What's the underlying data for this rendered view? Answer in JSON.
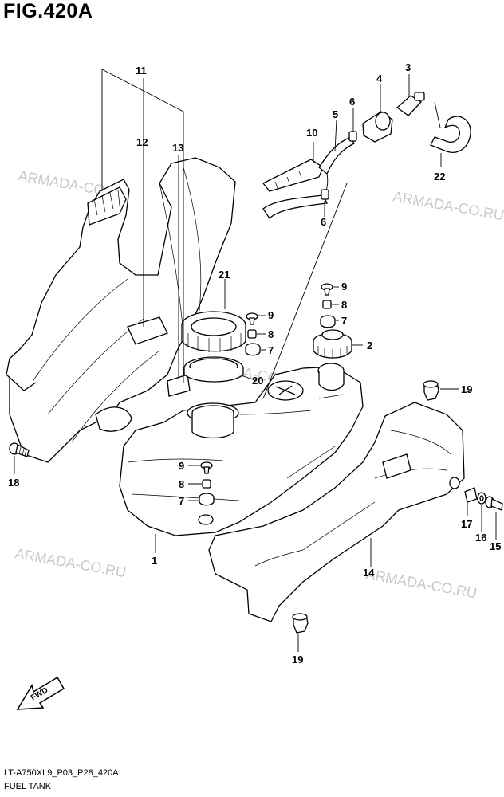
{
  "figure": {
    "title": "FIG.420A",
    "footer_code": "LT-A750XL9_P03_P28_420A",
    "footer_name": "FUEL TANK"
  },
  "watermark": "ARMADA-CO.RU",
  "fwd_label": "FWD",
  "callouts": {
    "c1": "1",
    "c2": "2",
    "c3": "3",
    "c4": "4",
    "c5": "5",
    "c6a": "6",
    "c6b": "6",
    "c7a": "7",
    "c7b": "7",
    "c7c": "7",
    "c8a": "8",
    "c8b": "8",
    "c8c": "8",
    "c9a": "9",
    "c9b": "9",
    "c9c": "9",
    "c10": "10",
    "c11": "11",
    "c12": "12",
    "c13": "13",
    "c14": "14",
    "c15": "15",
    "c16": "16",
    "c17": "17",
    "c18": "18",
    "c19a": "19",
    "c19b": "19",
    "c20": "20",
    "c21": "21",
    "c22": "22"
  }
}
